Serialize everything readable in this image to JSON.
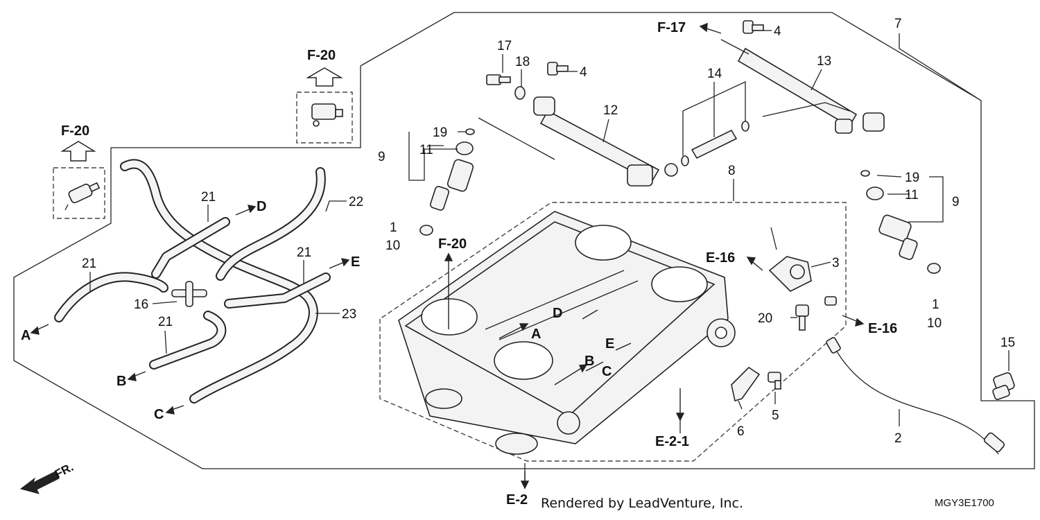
{
  "diagram": {
    "part_numbers": [
      "1",
      "2",
      "3",
      "4",
      "5",
      "6",
      "7",
      "8",
      "9",
      "10",
      "11",
      "12",
      "13",
      "14",
      "15",
      "16",
      "17",
      "18",
      "19",
      "20",
      "21",
      "22",
      "23"
    ],
    "refs": {
      "f20": "F-20",
      "f17": "F-17",
      "e16": "E-16",
      "e2": "E-2",
      "e21": "E-2-1",
      "a": "A",
      "b": "B",
      "c": "C",
      "d": "D",
      "e": "E"
    },
    "front_label": "FR.",
    "footer": {
      "rendered_by": "Rendered by LeadVenture, Inc.",
      "diagram_code": "MGY3E1700"
    }
  }
}
